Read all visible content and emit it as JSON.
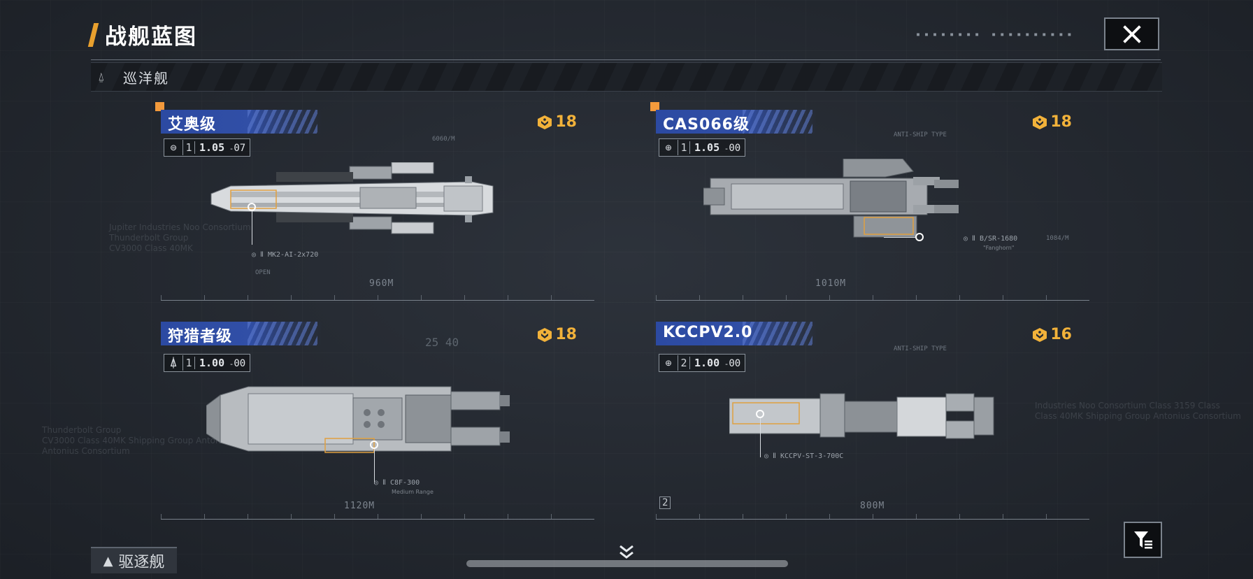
{
  "header": {
    "title": "战舰蓝图",
    "close_icon": "close-x-icon"
  },
  "category": {
    "label": "巡洋舰",
    "icon": "cruiser-icon"
  },
  "ships": [
    {
      "name": "艾奥级",
      "type_icon": "cruiser-type-icon",
      "tier": "1",
      "version": "1.05",
      "version_sub": "07",
      "cost": "18",
      "length": "960M",
      "weapon": "MK2-AI-2x720"
    },
    {
      "name": "CAS066级",
      "type_icon": "globe-type-icon",
      "tier": "1",
      "version": "1.05",
      "version_sub": "00",
      "cost": "18",
      "length": "1010M",
      "weapon": "B/SR-1680"
    },
    {
      "name": "狩猎者级",
      "type_icon": "ship-silhouette-icon",
      "tier": "1",
      "version": "1.00",
      "version_sub": "00",
      "cost": "18",
      "length": "1120M",
      "weapon": "C8F-300"
    },
    {
      "name": "KCCPV2.0",
      "type_icon": "globe-type-icon",
      "tier": "2",
      "version": "1.00",
      "version_sub": "00",
      "cost": "16",
      "length": "800M",
      "weapon": "KCCPV-ST-3-700C"
    }
  ],
  "footer": {
    "next_category": "驱逐舰",
    "next_category_icon": "triangle-up-icon",
    "scroll_icon": "double-chevron-down-icon",
    "filter_icon": "filter-icon"
  },
  "colors": {
    "accent": "#f2b23a",
    "banner": "#2c4aa2",
    "corner": "#f39a3c"
  }
}
